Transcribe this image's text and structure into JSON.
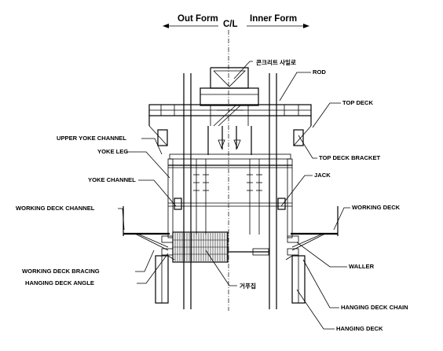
{
  "header": {
    "out_form": "Out Form",
    "centerline": "C/L",
    "inner_form": "Inner Form"
  },
  "labels": {
    "concrete_chute": "콘크리트 사일로",
    "rod": "ROD",
    "top_deck": "TOP DECK",
    "top_deck_bracket": "TOP DECK BRACKET",
    "upper_yoke_channel": "UPPER YOKE CHANNEL",
    "yoke_leg": "YOKE LEG",
    "yoke_channel": "YOKE CHANNEL",
    "jack": "JACK",
    "working_deck_channel": "WORKING DECK CHANNEL",
    "working_deck": "WORKING DECK",
    "waller": "WALLER",
    "working_deck_bracing": "WORKING DECK BRACING",
    "hanging_deck_angle": "HANGING DECK ANGLE",
    "form_panel": "거푸집",
    "hanging_deck_chain": "HANGING DECK CHAIN",
    "hanging_deck": "HANGING DECK"
  }
}
